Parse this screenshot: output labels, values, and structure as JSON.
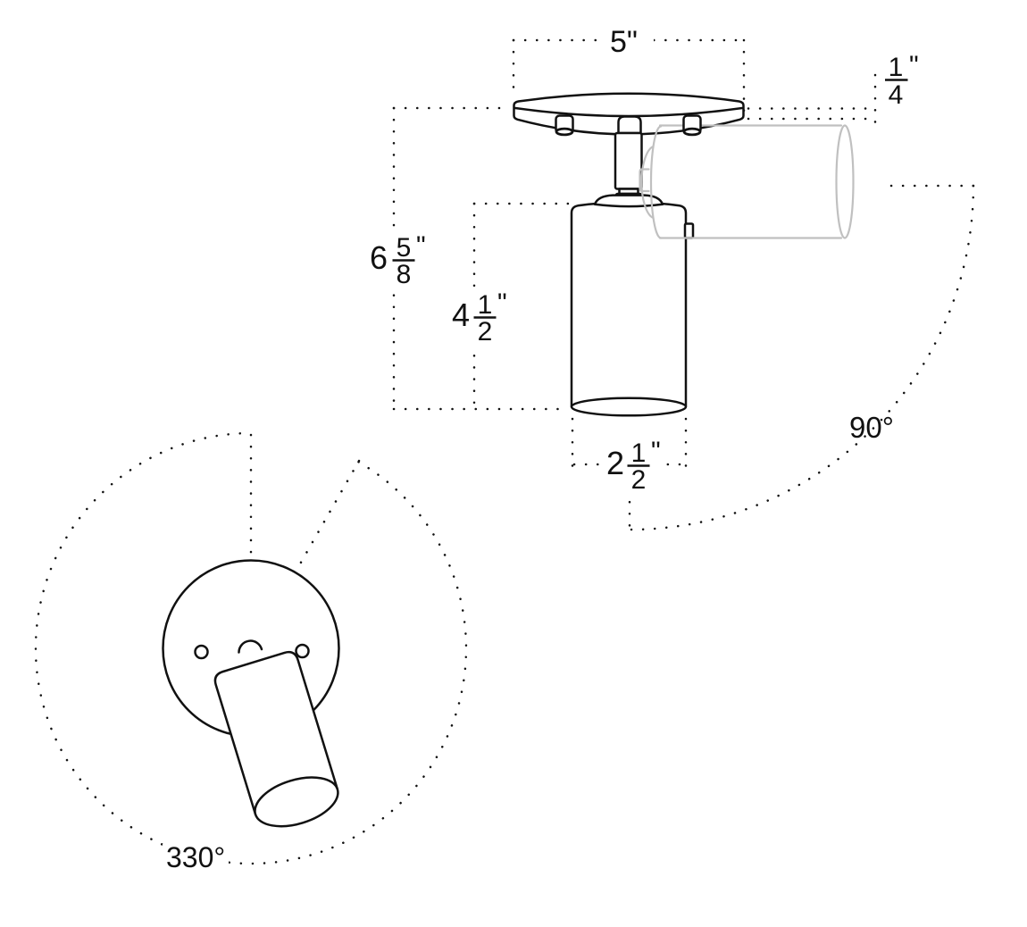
{
  "labels": {
    "canopy_width": "5\"",
    "canopy_thickness": {
      "num": "1",
      "den": "4",
      "unit": "\""
    },
    "overall_height": {
      "whole": "6",
      "num": "5",
      "den": "8",
      "unit": "\""
    },
    "body_height": {
      "whole": "4",
      "num": "1",
      "den": "2",
      "unit": "\""
    },
    "body_diameter": {
      "whole": "2",
      "num": "1",
      "den": "2",
      "unit": "\""
    },
    "tilt_angle": "90°",
    "swivel_angle": "330°"
  },
  "colors": {
    "line": "#111111",
    "ghost": "#c0c0c0",
    "background": "#ffffff"
  }
}
